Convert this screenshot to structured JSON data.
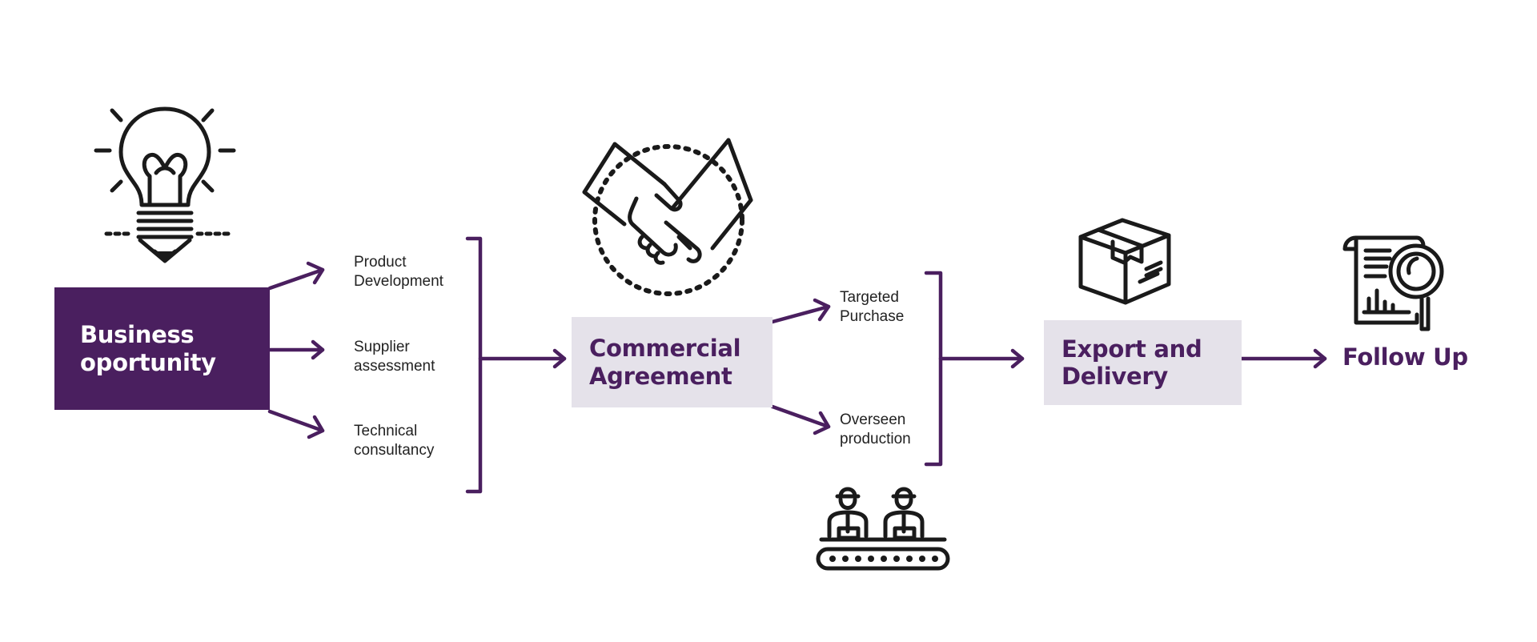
{
  "colors": {
    "accent": "#4a1f5f",
    "box_fill": "#e5e2ea",
    "text": "#222222",
    "icon": "#1a1a1a"
  },
  "stages": {
    "business": {
      "line1": "Business",
      "line2": "oportunity",
      "icon": "lightbulb-icon"
    },
    "commercial": {
      "line1": "Commercial",
      "line2": "Agreement",
      "icon": "handshake-icon"
    },
    "export": {
      "line1": "Export and",
      "line2": "Delivery",
      "icon": "package-box-icon"
    },
    "follow": {
      "label": "Follow Up",
      "icon": "document-magnifier-icon"
    }
  },
  "business_steps": [
    {
      "line1": "Product",
      "line2": "Development"
    },
    {
      "line1": "Supplier",
      "line2": "assessment"
    },
    {
      "line1": "Technical",
      "line2": "consultancy"
    }
  ],
  "commercial_steps": [
    {
      "line1": "Targeted",
      "line2": "Purchase"
    },
    {
      "line1": "Overseen",
      "line2": "production",
      "icon": "factory-workers-icon"
    }
  ]
}
